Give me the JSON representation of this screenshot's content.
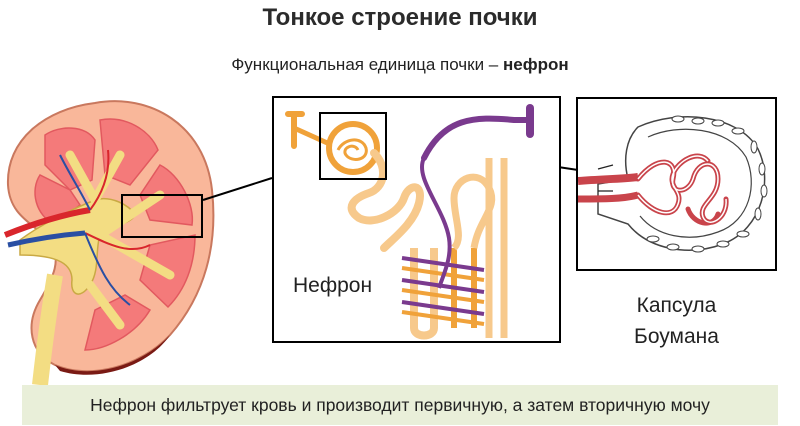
{
  "title": "Тонкое строение почки",
  "subtitle": {
    "prefix": "Функциональная единица почки – ",
    "emphasis": "нефрон"
  },
  "labels": {
    "nephron": "Нефрон",
    "capsule_line1": "Капсула",
    "capsule_line2": "Боумана"
  },
  "footer": "Нефрон фильтрует кровь и производит первичную, а затем вторичную мочу",
  "colors": {
    "cortex": "#f9b79a",
    "medulla_pyramid": "#f47a7a",
    "pelvis": "#f3dd83",
    "artery": "#d9262c",
    "vein": "#2a4fa3",
    "tubule": "#f0a23a",
    "tubule_light": "#f7c98c",
    "collecting_duct": "#7a3a8e",
    "capsule_vessel": "#c9444b",
    "footer_bg": "#e9efd9"
  }
}
